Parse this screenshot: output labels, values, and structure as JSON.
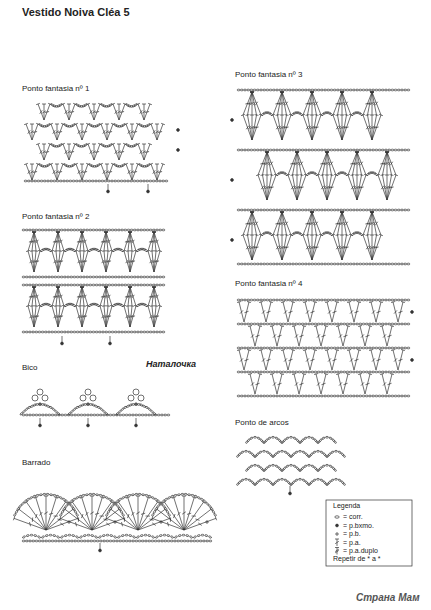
{
  "diagram": {
    "title": "Vestido Noiva Cléa 5",
    "labels": [
      "Ponto fantasia nº 1",
      "Ponto fantasia nº 3",
      "Ponto fantasia nº 2",
      "Ponto fantasia nº 4",
      "Bico",
      "Наталочка",
      "Ponto de arcos",
      "Barrado",
      "Legenda",
      "Repetir de * a *",
      "Страна Мам"
    ],
    "legend": [
      {
        "text": "= corr."
      },
      {
        "text": "= p.bxmo."
      },
      {
        "text": "= p.b."
      },
      {
        "text": "= p.a."
      },
      {
        "text": "= p.a.duplo"
      }
    ]
  }
}
